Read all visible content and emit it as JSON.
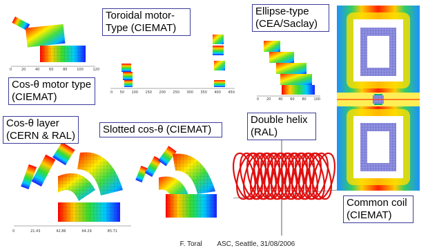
{
  "labels": {
    "cos_motor": "Cos-θ motor type\n(CIEMAT)",
    "toroidal": "Toroidal motor-\nType (CIEMAT)",
    "ellipse": "Ellipse-type\n(CEA/Saclay)",
    "cos_layer": "Cos-θ layer\n(CERN & RAL)",
    "slotted": "Slotted cos-θ (CIEMAT)",
    "double_helix": "Double helix\n(RAL)",
    "common_coil": "Common coil\n(CIEMAT)"
  },
  "axes": {
    "cos_motor_ticks": [
      "0",
      "20",
      "40",
      "60",
      "80",
      "100",
      "120"
    ],
    "toroidal_ticks": [
      "0",
      "50",
      "100",
      "150",
      "200",
      "250",
      "300",
      "350",
      "400",
      "450"
    ],
    "ellipse_ticks": [
      "0",
      "20",
      "40",
      "60",
      "80",
      "100"
    ],
    "cos_layer_ticks": [
      "0",
      "21.43",
      "42.86",
      "64.29",
      "85.71"
    ]
  },
  "footer": {
    "author": "F. Toral",
    "event": "ASC, Seattle, 31/08/2006"
  },
  "colors": {
    "label_border": "#3a3a9a",
    "field_hot": "#ff0000",
    "field_cold": "#0000ff",
    "helix": "#e01010"
  }
}
